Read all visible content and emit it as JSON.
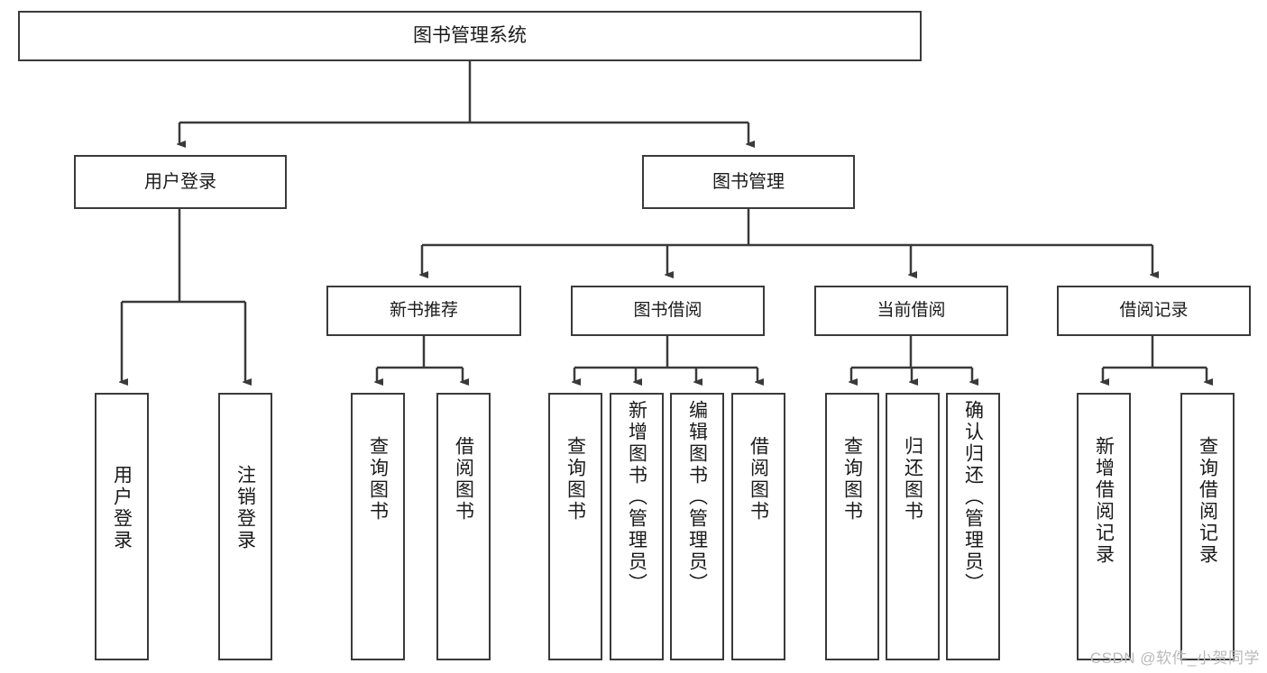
{
  "diagram": {
    "type": "tree-hierarchy",
    "title": "图书管理系统",
    "root": {
      "label": "图书管理系统"
    },
    "level1": [
      {
        "label": "用户登录"
      },
      {
        "label": "图书管理"
      }
    ],
    "level2": [
      {
        "label": "新书推荐"
      },
      {
        "label": "图书借阅"
      },
      {
        "label": "当前借阅"
      },
      {
        "label": "借阅记录"
      }
    ],
    "leaves": {
      "user_login": [
        {
          "label": "用户登录"
        },
        {
          "label": "注销登录"
        }
      ],
      "new_book_recommend": [
        {
          "label": "查询图书"
        },
        {
          "label": "借阅图书"
        }
      ],
      "book_borrow": [
        {
          "label": "查询图书"
        },
        {
          "label": "新增图书（管理员）"
        },
        {
          "label": "编辑图书（管理员）"
        },
        {
          "label": "借阅图书"
        }
      ],
      "current_borrow": [
        {
          "label": "查询图书"
        },
        {
          "label": "归还图书"
        },
        {
          "label": "确认归还（管理员）"
        }
      ],
      "borrow_records": [
        {
          "label": "新增借阅记录"
        },
        {
          "label": "查询借阅记录"
        }
      ]
    }
  },
  "watermark": {
    "text": "CSDN @软件_小贺同学"
  },
  "colors": {
    "stroke": "#3a3a3a",
    "background": "#ffffff",
    "text": "#1a1a1a",
    "watermark": "#b9b9b9"
  }
}
